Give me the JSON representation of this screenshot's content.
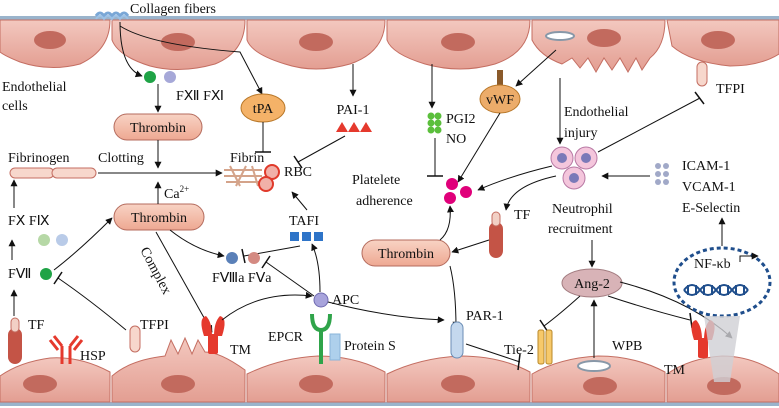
{
  "labels": {
    "collagen_fibers": "Collagen fibers",
    "endothelial_cells_1": "Endothelial",
    "endothelial_cells_2": "cells",
    "fxii_fxi": "FⅫ FⅪ",
    "thrombin": "Thrombin",
    "tpa": "tPA",
    "pai1": "PAI-1",
    "pgi2": "PGI2",
    "no": "NO",
    "vwf": "vWF",
    "endothelial_injury_1": "Endothelial",
    "endothelial_injury_2": "injury",
    "tfpi": "TFPI",
    "fibrinogen": "Fibrinogen",
    "clotting": "Clotting",
    "fibrin": "Fibrin",
    "rbc": "RBC",
    "ca2": "Ca",
    "ca2_sup": "2+",
    "platelete_1": "Platelete",
    "platelete_2": "adherence",
    "icam1": "ICAM-1",
    "vcam1": "VCAM-1",
    "eselectin": "E-Selectin",
    "fx_fix": "FⅩ  FⅨ",
    "tafi": "TAFI",
    "tf": "TF",
    "neutrophil_1": "Neutrophil",
    "neutrophil_2": "recruitment",
    "fviii_fv": "FⅧa  FⅤa",
    "fvii": "FⅦ",
    "complex": "Complex",
    "nfkb": "NF-κb",
    "ang2": "Ang-2",
    "apc": "APC",
    "par1": "PAR-1",
    "hsp": "HSP",
    "epcr": "EPCR",
    "protein_s": "Protein S",
    "tie2": "Tie-2",
    "wpb": "WPB",
    "tm": "TM"
  },
  "colors": {
    "cell_fill": "#e9b4aa",
    "cell_stroke": "#c46e62",
    "nucleus": "#c26a5e",
    "thrombin_pill": "#f3c0ad",
    "tpa_fill": "#f4b268",
    "vwf_fill": "#ecac6a",
    "ang2_fill": "#d8b3b7",
    "red_receptor": "#e5392d",
    "blue_square": "#2e74c8",
    "epcr_green": "#2fa44a",
    "platelet_pink": "#e0007a",
    "dna_blue": "#1f4e8c"
  }
}
